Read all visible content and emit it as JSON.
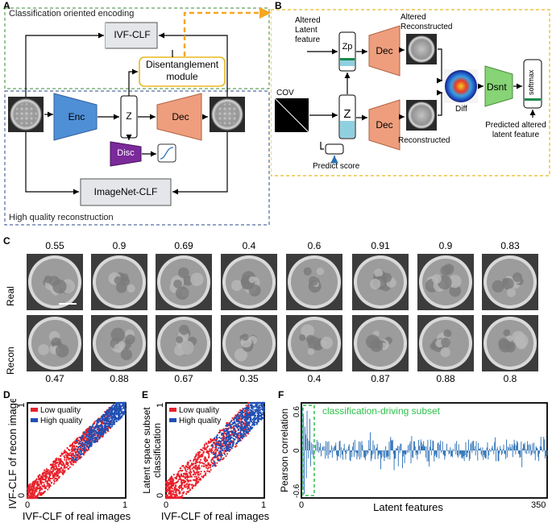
{
  "panels": {
    "A": "A",
    "B": "B",
    "C": "C",
    "D": "D",
    "E": "E",
    "F": "F"
  },
  "panel_a": {
    "top_title": "Classification oriented encoding",
    "bottom_title": "High quality reconstruction",
    "ivf_clf": "IVF-CLF",
    "disentangle_line1": "Disentanglement",
    "disentangle_line2": "module",
    "enc": "Enc",
    "z": "Z",
    "dec": "Dec",
    "disc": "Disc",
    "imagenet_clf": "ImageNet-CLF"
  },
  "panel_b": {
    "altered_latent_line1": "Altered",
    "altered_latent_line2": "Latent",
    "altered_latent_line3": "feature",
    "zp": "Zp",
    "z": "Z",
    "dec_top": "Dec",
    "dec_bottom": "Dec",
    "altered_recon_line1": "Altered",
    "altered_recon_line2": "Reconstructed",
    "reconstructed": "Reconstructed",
    "cov": "COV",
    "diff": "Diff",
    "dsnt": "Dsnt",
    "softmax": "softmax",
    "predict_score": "Predict score",
    "predicted_line1": "Predicted altered",
    "predicted_line2": "latent feature"
  },
  "panel_c": {
    "row_real": "Real",
    "row_recon": "Recon",
    "real_scores": [
      "0.55",
      "0.9",
      "0.69",
      "0.4",
      "0.6",
      "0.91",
      "0.9",
      "0.83"
    ],
    "recon_scores": [
      "0.47",
      "0.88",
      "0.67",
      "0.35",
      "0.4",
      "0.87",
      "0.88",
      "0.8"
    ]
  },
  "chart_data": [
    {
      "type": "scatter",
      "panel": "D",
      "xlabel": "IVF-CLF of real images",
      "ylabel": "IVF-CLF of recon images",
      "xlim": [
        0,
        1
      ],
      "ylim": [
        0,
        1
      ],
      "x_ticks": [
        "0",
        "1"
      ],
      "y_ticks": [
        "0",
        "1"
      ],
      "legend_position": "top-left",
      "series": [
        {
          "name": "Low quality",
          "color": "#e8202a"
        },
        {
          "name": "High quality",
          "color": "#1f4fb4"
        }
      ]
    },
    {
      "type": "scatter",
      "panel": "E",
      "xlabel": "IVF-CLF of real images",
      "ylabel_line1": "Latent space subset",
      "ylabel_line2": "classification",
      "xlim": [
        0,
        1
      ],
      "ylim": [
        0,
        1
      ],
      "x_ticks": [
        "0",
        "1"
      ],
      "y_ticks": [
        "0",
        "1"
      ],
      "legend_position": "top-left",
      "series": [
        {
          "name": "Low quality",
          "color": "#e8202a"
        },
        {
          "name": "High quality",
          "color": "#1f4fb4"
        }
      ]
    },
    {
      "type": "bar",
      "panel": "F",
      "xlabel": "Latent features",
      "ylabel": "Pearson correlation",
      "xlim": [
        0,
        350
      ],
      "ylim": [
        -0.6,
        0.6
      ],
      "x_ticks": [
        "0",
        "350"
      ],
      "y_ticks": [
        "0.6",
        "0",
        "-0.6"
      ],
      "annotation": "classification-driving subset",
      "highlight_range": [
        0,
        16
      ],
      "bar_color": "#2a6fb5"
    }
  ]
}
